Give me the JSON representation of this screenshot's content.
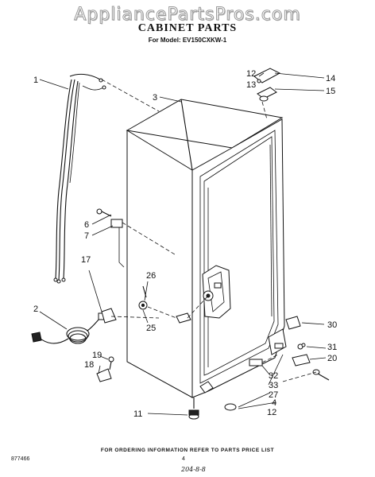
{
  "watermark": "AppliancePartsPros.com",
  "header": {
    "title": "CABINET PARTS",
    "model": "For Model: EV150CXKW-1"
  },
  "callouts": {
    "c1": "1",
    "c2": "2",
    "c3": "3",
    "c4": "4",
    "c6": "6",
    "c7": "7",
    "c11": "11",
    "c12a": "12",
    "c12b": "12",
    "c13": "13",
    "c14": "14",
    "c15": "15",
    "c17": "17",
    "c18": "18",
    "c19": "19",
    "c20": "20",
    "c25": "25",
    "c26": "26",
    "c27": "27",
    "c30": "30",
    "c31": "31",
    "c32": "32",
    "c33": "33"
  },
  "footer": {
    "order_note": "FOR ORDERING INFORMATION REFER TO PARTS PRICE LIST",
    "doc_number": "877466",
    "page": "4",
    "handwritten": "204-8-8"
  }
}
